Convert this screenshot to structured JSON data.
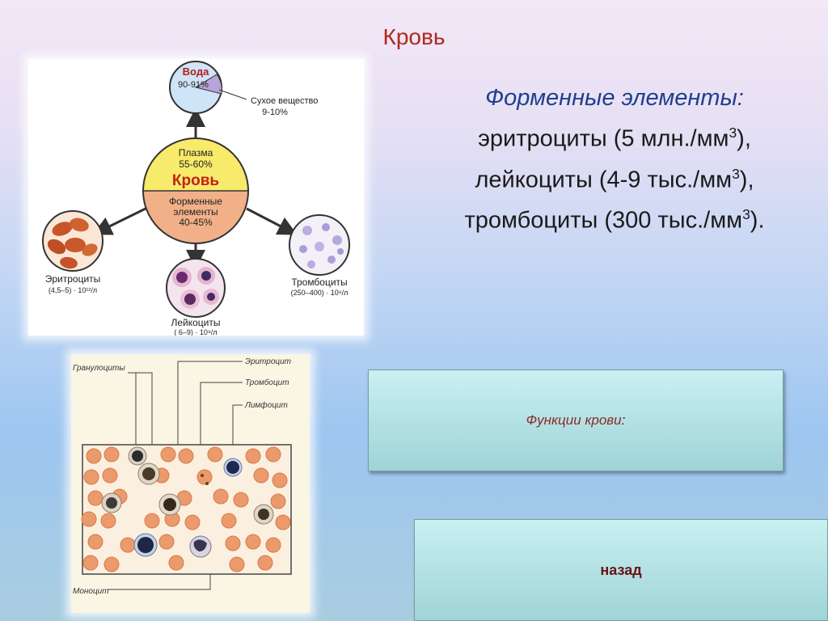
{
  "slide": {
    "title": "Кровь"
  },
  "text_block": {
    "heading": "Форменные элементы:",
    "line1_pre": "эритроциты (5 млн./мм",
    "line1_post": "),",
    "line2_pre": "лейкоциты (4-9 тыс./мм",
    "line2_post": "),",
    "line3_pre": "тромбоциты (300 тыс./мм",
    "line3_post": ").",
    "exponent": "3"
  },
  "diagram": {
    "water_label": "Вода",
    "water_percent": "90-91%",
    "dry_label": "Сухое вещество",
    "dry_percent": "9-10%",
    "plasma_label": "Плазма",
    "plasma_percent": "55-60%",
    "center_label": "Кровь",
    "formed_label_1": "Форменные",
    "formed_label_2": "элементы",
    "formed_percent": "40-45%",
    "erythro_label": "Эритроциты",
    "erythro_norm": "(4,5–5) · 10¹²/л",
    "leuko_label": "Лейкоциты",
    "leuko_norm": "( 6–9) · 10⁹/л",
    "thrombo_label": "Тромбоциты",
    "thrombo_norm": "(250–400) · 10⁹/л"
  },
  "smear": {
    "granulocytes": "Гранулоциты",
    "erythrocyte": "Эритроцит",
    "thrombocyte": "Тромбоцит",
    "lymphocyte": "Лимфоцит",
    "monocyte": "Моноцит"
  },
  "buttons": {
    "functions_label": "Функции крови",
    "functions_colon": ":",
    "back_label": "назад"
  }
}
